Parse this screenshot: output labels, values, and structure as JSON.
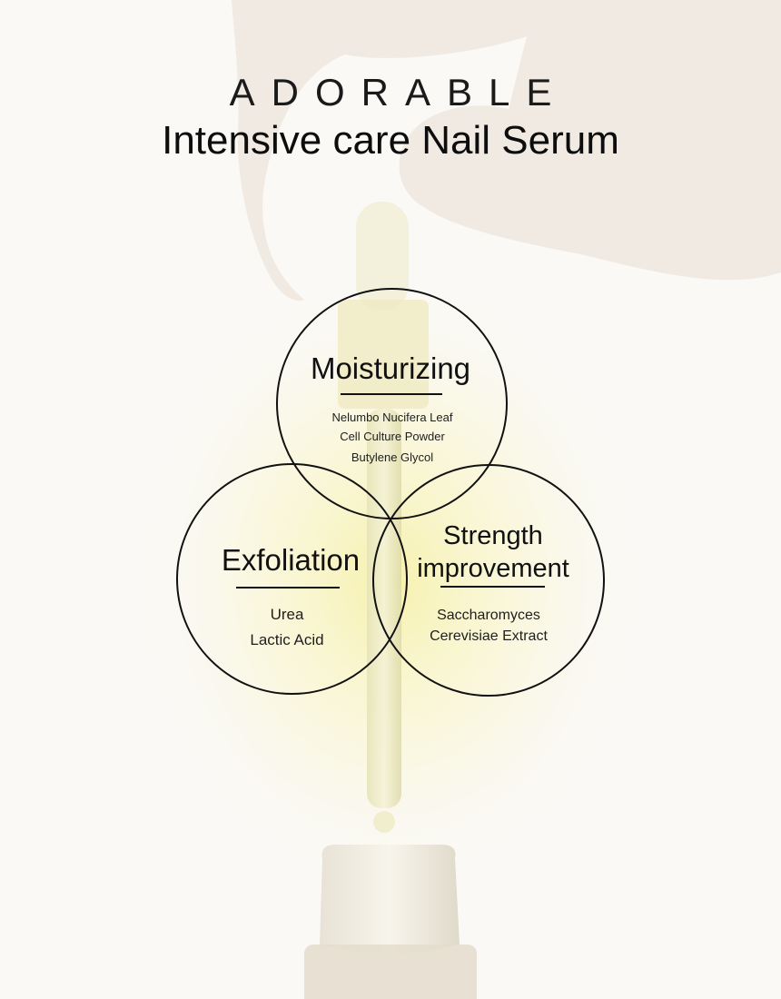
{
  "header": {
    "brand": "ADORABLE",
    "title": "Intensive care Nail Serum"
  },
  "benefits": [
    {
      "title": "Moisturizing",
      "ingredients": [
        "Nelumbo Nucifera Leaf",
        "Cell Culture Powder",
        "Butylene Glycol"
      ]
    },
    {
      "title": "Exfoliation",
      "ingredients": [
        "Urea",
        "Lactic Acid"
      ]
    },
    {
      "title_lines": [
        "Strength",
        "improvement"
      ],
      "ingredients": [
        "Saccharomyces",
        "Cerevisiae Extract"
      ]
    }
  ]
}
